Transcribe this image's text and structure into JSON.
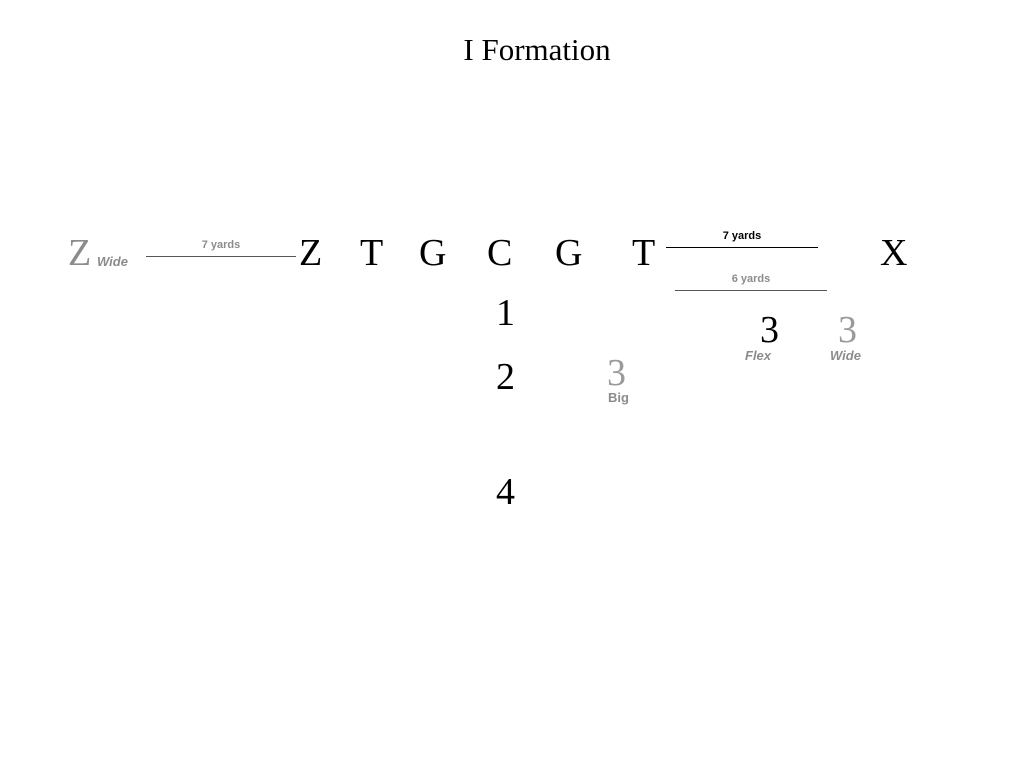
{
  "title": "I Formation",
  "line": {
    "z_wide": "Z",
    "z_wide_tag": "Wide",
    "z": "Z",
    "lt": "T",
    "lg": "G",
    "c": "C",
    "rg": "G",
    "rt": "T",
    "x": "X"
  },
  "distances": {
    "left_7": "7 yards",
    "right_7": "7 yards",
    "right_6": "6 yards"
  },
  "backs": {
    "qb": "1",
    "fb": "2",
    "tb": "4"
  },
  "threes": {
    "big_num": "3",
    "big_tag": "Big",
    "flex_num": "3",
    "flex_tag": "Flex",
    "wide_num": "3",
    "wide_tag": "Wide"
  },
  "colors": {
    "primary": "#000000",
    "alternate": "#8c8c8c"
  }
}
